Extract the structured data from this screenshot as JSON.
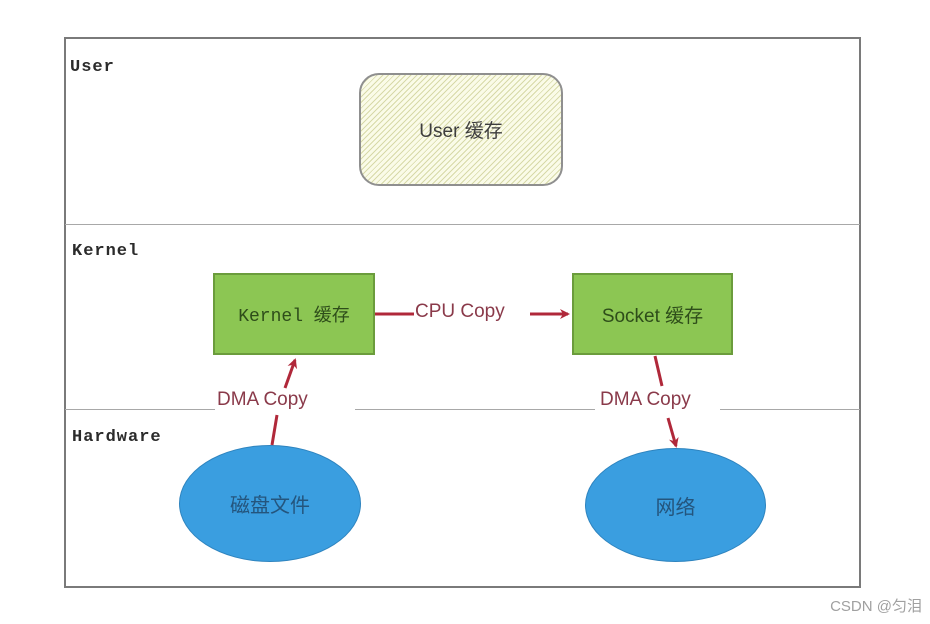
{
  "layers": {
    "user": "User",
    "kernel": "Kernel",
    "hardware": "Hardware"
  },
  "nodes": {
    "user_cache": "User 缓存",
    "kernel_cache": "Kernel 缓存",
    "socket_cache": "Socket 缓存",
    "disk_file": "磁盘文件",
    "network": "网络"
  },
  "flows": {
    "dma_copy_in": "DMA  Copy",
    "cpu_copy": "CPU  Copy",
    "dma_copy_out": "DMA  Copy"
  },
  "colors": {
    "arrow": "#b0283a",
    "green_box": "#8cc653",
    "ellipse": "#3a9ee0",
    "user_cache_fill": "#fafbe8"
  },
  "watermark": "CSDN @匀泪"
}
